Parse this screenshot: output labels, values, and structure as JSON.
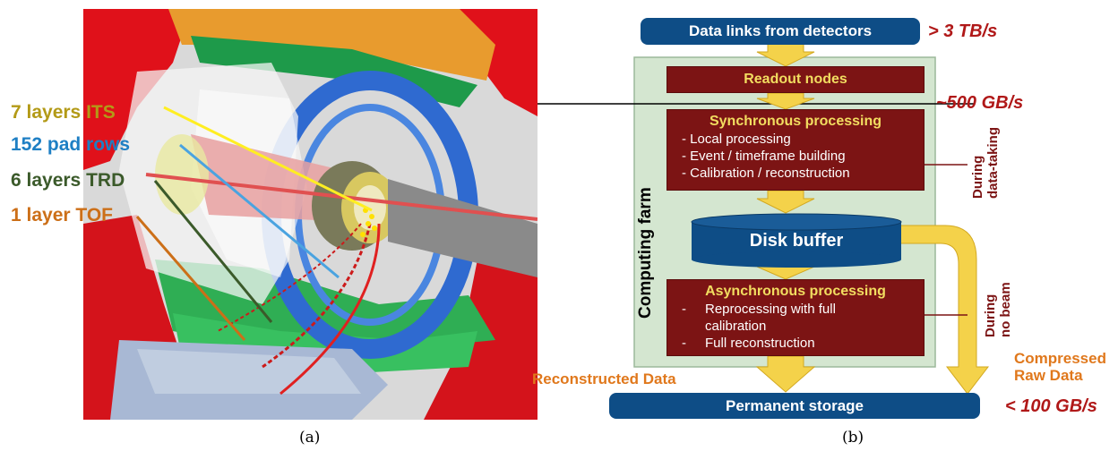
{
  "left_panel": {
    "labels": [
      {
        "text": "7 layers ITS",
        "color": "#b39a17"
      },
      {
        "text": "152 pad rows",
        "color": "#1e7fc4"
      },
      {
        "text": "6 layers TRD",
        "color": "#3b5a2a"
      },
      {
        "text": "1 layer TOF",
        "color": "#cc6f18"
      }
    ]
  },
  "right_panel": {
    "data_links": "Data links from detectors",
    "rate_in": "> 3 TB/s",
    "readout": "Readout nodes",
    "rate_mid": "~500 GB/s",
    "sync": {
      "title": "Synchronous processing",
      "items": [
        "- Local processing",
        "- Event / timeframe building",
        "- Calibration / reconstruction"
      ]
    },
    "during_taking": [
      "During",
      "data-taking"
    ],
    "computing_farm": "Computing farm",
    "disk_buffer": "Disk buffer",
    "async": {
      "title": "Asynchronous processing",
      "items": [
        "Reprocessing with full",
        "calibration",
        "Full reconstruction"
      ],
      "bullet": "-"
    },
    "during_beam": [
      "During",
      "no beam"
    ],
    "reconstructed": "Reconstructed Data",
    "compressed": [
      "Compressed",
      "Raw Data"
    ],
    "permanent": "Permanent storage",
    "rate_out": "< 100 GB/s"
  },
  "captions": {
    "a": "(a)",
    "b": "(b)"
  },
  "colors": {
    "dark_red": "#7c1414",
    "blue": "#0e4d86",
    "arrow_yellow": "#f4d24a",
    "farm_green": "#d4e6d0",
    "rate_red": "#b01818",
    "orange": "#e0781c"
  }
}
